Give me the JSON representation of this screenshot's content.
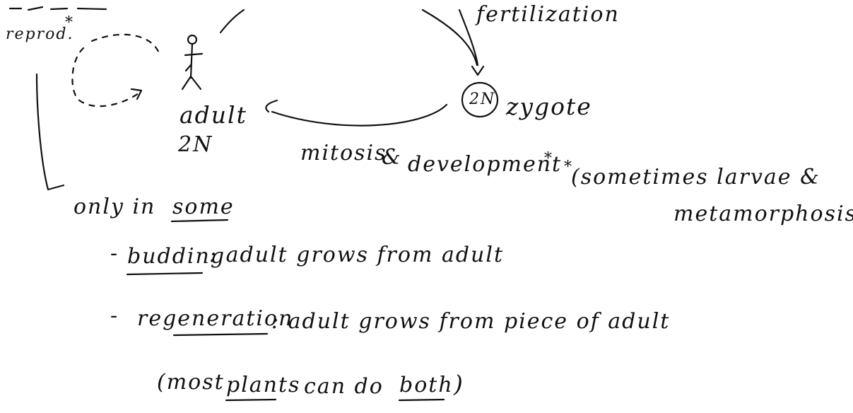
{
  "cycle": {
    "reprod_label": "reprod.",
    "reprod_star": "*",
    "fertilization_label": "fertilization",
    "zygote_ploidy": "2N",
    "zygote_label": "zygote",
    "adult_label": "adult",
    "adult_ploidy": "2N",
    "mitosis_label": "mitosis",
    "ampersand_sign": "&",
    "development_label": "development",
    "development_star": "*",
    "note_star": "*",
    "note_line1": "(sometimes larvae &",
    "note_line2": "metamorphosis)"
  },
  "notes": {
    "only_in": "only in",
    "some": "some",
    "dash": "-",
    "budding_term": "budding",
    "budding_rest": ": adult grows from adult",
    "regeneration_term": "regeneration",
    "regeneration_rest": ": adult grows from piece of adult",
    "both_open": "(most",
    "plants": "plants",
    "can_do": "can do",
    "both": "both",
    "both_close": ")"
  },
  "icons": {
    "stick_figure": "stick-figure-icon",
    "zygote_circle": "zygote-circle-icon"
  }
}
